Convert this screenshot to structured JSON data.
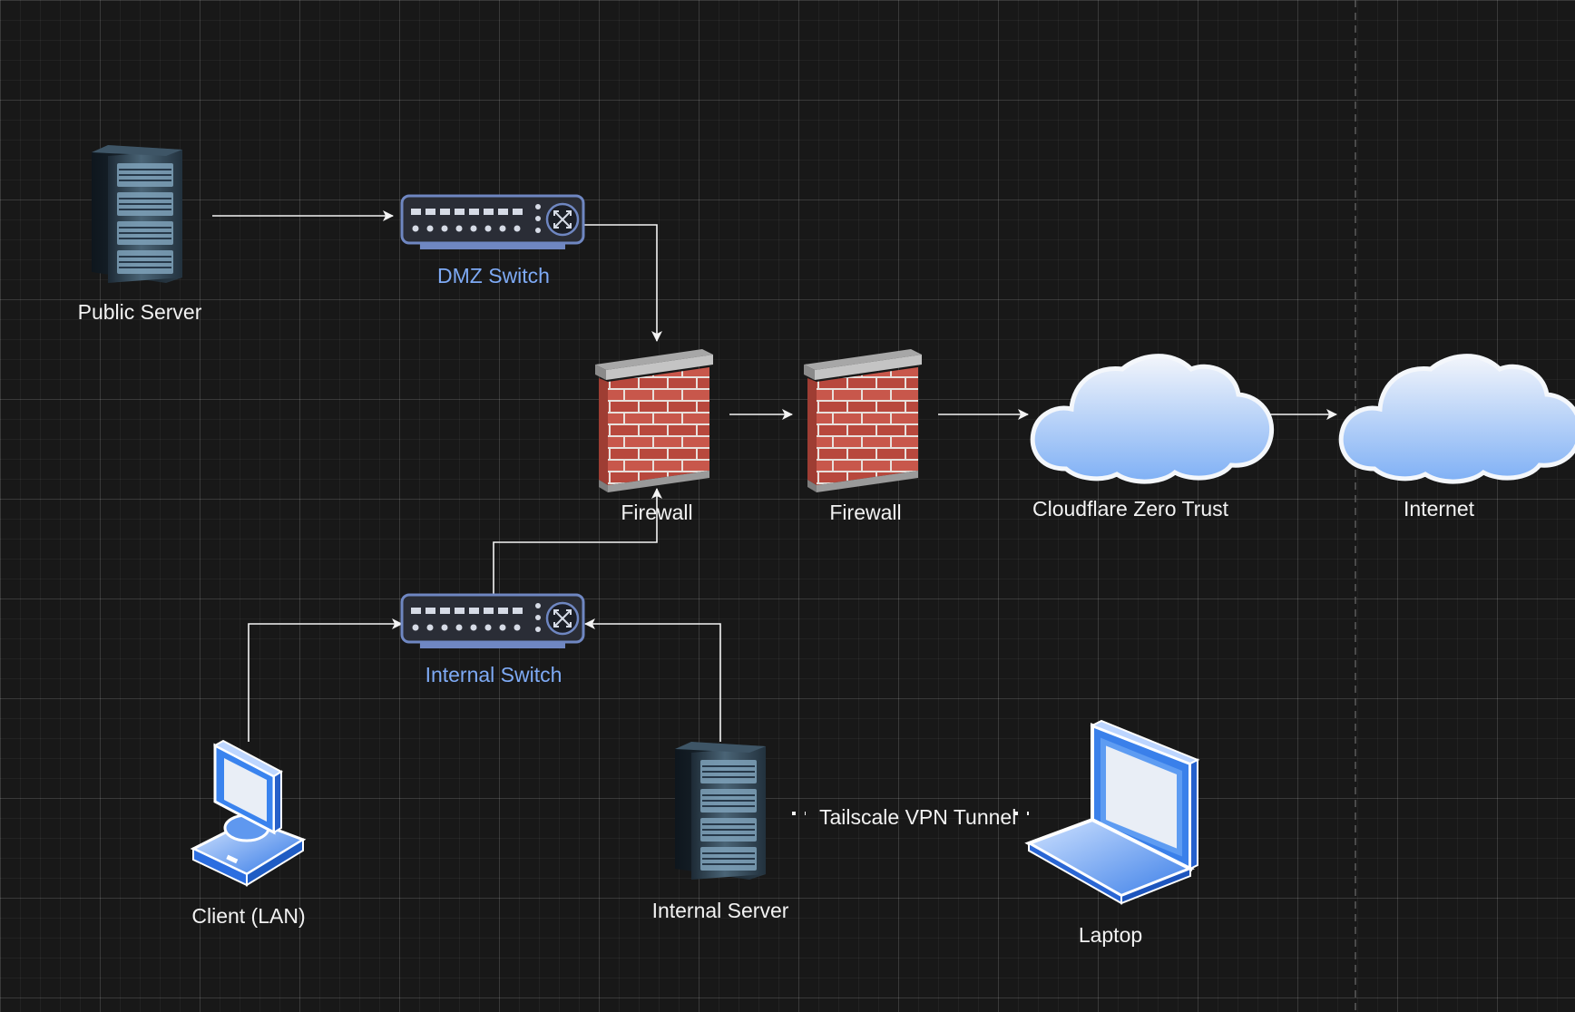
{
  "nodes": {
    "public_server": "Public Server",
    "dmz_switch": "DMZ Switch",
    "firewall_1": "Firewall",
    "firewall_2": "Firewall",
    "cloudflare": "Cloudflare Zero Trust",
    "internet": "Internet",
    "internal_switch": "Internal Switch",
    "client": "Client (LAN)",
    "internal_server": "Internal Server",
    "laptop": "Laptop"
  },
  "edges": {
    "vpn_label": "Tailscale VPN Tunnel"
  },
  "icons": {
    "server": "server-rack-icon",
    "switch": "network-switch-icon",
    "firewall": "brick-firewall-icon",
    "cloud": "cloud-icon",
    "client": "desktop-computer-icon",
    "laptop": "laptop-icon"
  },
  "colors": {
    "background": "#181818",
    "switch_label": "#7eaaf5",
    "node_label": "#f2f2f2",
    "edge": "#f4f4f4"
  }
}
